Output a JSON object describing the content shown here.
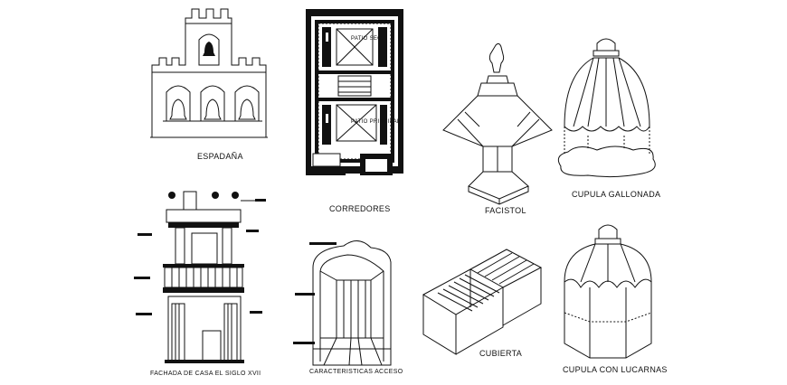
{
  "labels": {
    "espadana": "ESPADAÑA",
    "corredores": "CORREDORES",
    "facistol": "FACISTOL",
    "cupula_gallonada": "CUPULA GALLONADA",
    "fachada": "FACHADA DE CASA EL SIGLO XVII",
    "caracteristicas": "CARACTERISTICAS ACCESO",
    "cubierta": "CUBIERTA",
    "cupula_lucarnas": "CUPULA CON LUCARNAS"
  },
  "plan_texts": {
    "patio1": "PATIO SEC.",
    "patio2": "PATIO PRINCIPAL"
  }
}
